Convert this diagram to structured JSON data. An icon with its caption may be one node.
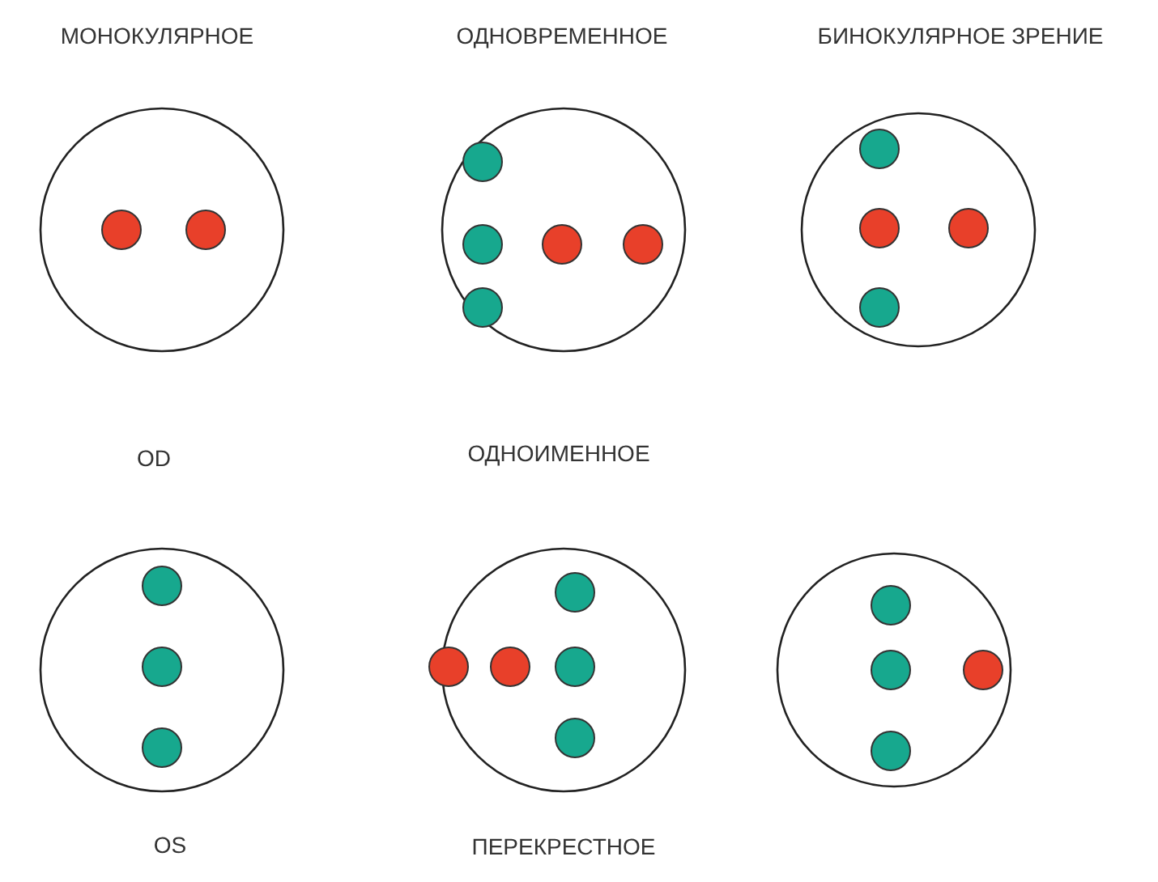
{
  "diagram": {
    "labels": [
      "МОНОКУЛЯРНОЕ",
      "ОДНОВРЕМЕННОЕ",
      "БИНОКУЛЯРНОЕ ЗРЕНИЕ",
      "OD",
      "ОДНОИМЕННОЕ",
      "OS",
      "ПЕРЕКРЕСТНОЕ"
    ]
  }
}
